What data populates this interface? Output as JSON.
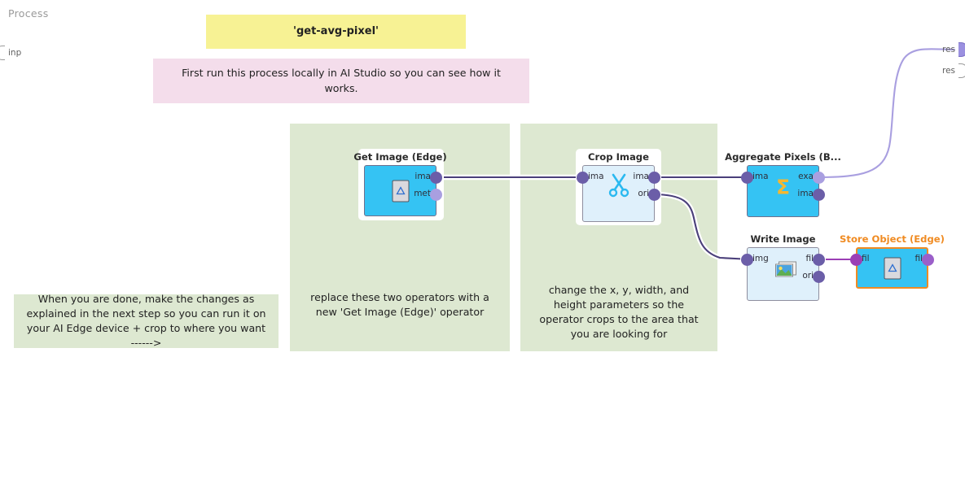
{
  "panel": {
    "title": "Process"
  },
  "boundary_ports": {
    "inputs": [
      {
        "label": "inp",
        "name": "process-input-port",
        "filled": false
      }
    ],
    "outputs": [
      {
        "label": "res",
        "name": "process-output-port-1",
        "filled": true
      },
      {
        "label": "res",
        "name": "process-output-port-2",
        "filled": false
      }
    ]
  },
  "notes": [
    {
      "id": "title-note",
      "text": "'get-avg-pixel'",
      "color": "#f7f294",
      "kind": "yellow"
    },
    {
      "id": "intro-note",
      "text": "First run this process locally in AI Studio so you can see how it works.",
      "color": "#f4ddeb",
      "kind": "pink"
    },
    {
      "id": "done-note",
      "text": "When you are done, make the changes as explained in the next step so you can run it on your AI Edge device + crop to where you want ------>",
      "color": "#dde8d1",
      "kind": "green"
    },
    {
      "id": "replace-note",
      "text": "replace these two operators with a new 'Get Image (Edge)' operator",
      "color": "#dde8d1",
      "kind": "green"
    },
    {
      "id": "crop-note",
      "text": "change the x, y, width, and height parameters so the operator crops to the area that you are looking for",
      "color": "#dde8d1",
      "kind": "green"
    }
  ],
  "nodes": [
    {
      "id": "get-image-edge",
      "title": "Get Image (Edge)",
      "title_color": "#2a2a2a",
      "style": "edge-blue",
      "icon": "document-triangle-icon",
      "inputs": [],
      "outputs": [
        {
          "label": "ima",
          "connected": true
        },
        {
          "label": "met",
          "connected": false
        }
      ]
    },
    {
      "id": "crop-image",
      "title": "Crop Image",
      "title_color": "#2a2a2a",
      "style": "standard",
      "icon": "scissors-icon",
      "inputs": [
        {
          "label": "ima",
          "connected": true
        }
      ],
      "outputs": [
        {
          "label": "ima",
          "connected": true
        },
        {
          "label": "ori",
          "connected": true
        }
      ]
    },
    {
      "id": "aggregate-pixels",
      "title": "Aggregate Pixels (B...",
      "title_color": "#2a2a2a",
      "style": "edge-blue",
      "icon": "sigma-icon",
      "inputs": [
        {
          "label": "ima",
          "connected": true
        }
      ],
      "outputs": [
        {
          "label": "exa",
          "connected": true
        },
        {
          "label": "ima",
          "connected": false
        }
      ]
    },
    {
      "id": "write-image",
      "title": "Write Image",
      "title_color": "#2a2a2a",
      "style": "standard",
      "icon": "picture-icon",
      "inputs": [
        {
          "label": "img",
          "connected": true
        }
      ],
      "outputs": [
        {
          "label": "fil",
          "connected": true
        },
        {
          "label": "ori",
          "connected": false
        }
      ]
    },
    {
      "id": "store-object-edge",
      "title": "Store Object (Edge)",
      "title_color": "#f08b22",
      "style": "edge-orange",
      "icon": "document-triangle-icon",
      "inputs": [
        {
          "label": "fil",
          "connected": true
        }
      ],
      "outputs": [
        {
          "label": "fil",
          "connected": true
        }
      ]
    }
  ],
  "colors": {
    "wire_dark": "#4a3f7a",
    "wire_light": "#a99fe0",
    "node_edge_blue": "#35c3f3",
    "node_standard": "#dff0fb",
    "accent_orange": "#f08b22",
    "panel_green": "#dde8d1",
    "note_yellow": "#f7f294",
    "note_pink": "#f4ddeb"
  }
}
